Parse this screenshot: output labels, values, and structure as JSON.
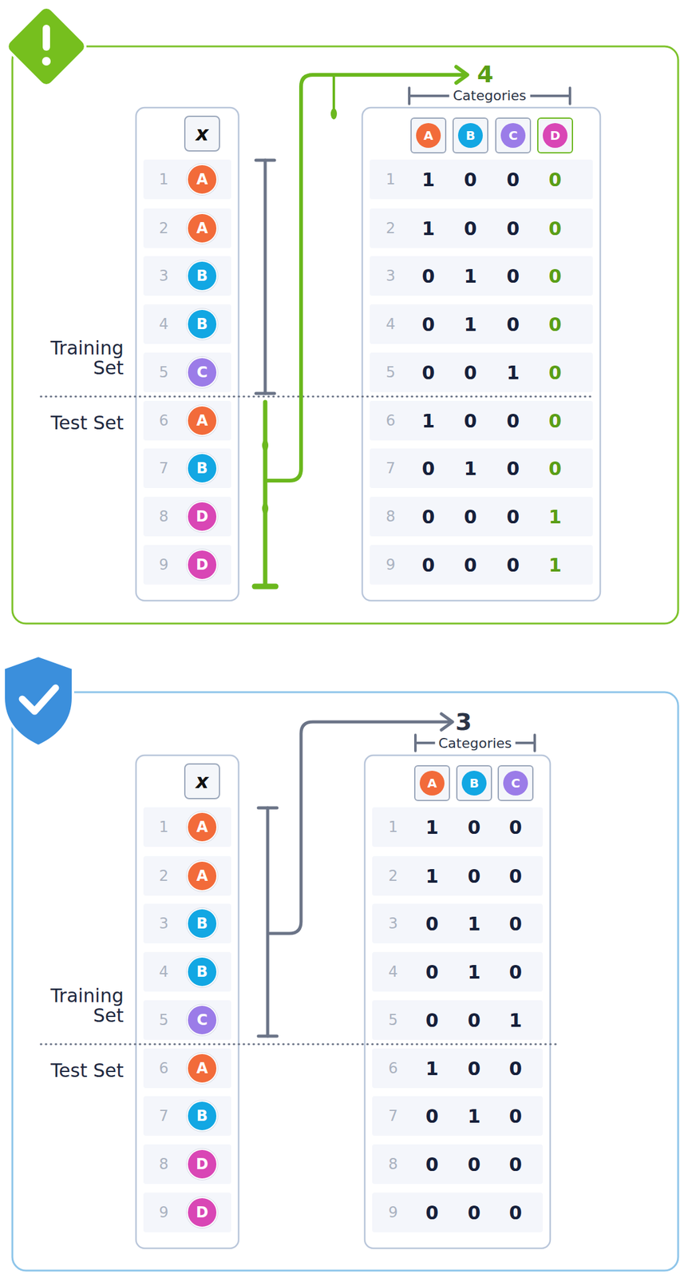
{
  "diagram": {
    "nodes": [
      {
        "text": [
          "x"
        ]
      },
      {
        "text": [
          "A"
        ]
      },
      {
        "text": [
          "A"
        ]
      },
      {
        "text": [
          "B"
        ]
      },
      {
        "text": [
          "B"
        ]
      },
      {
        "text": [
          "C"
        ]
      },
      {
        "text": [
          "A"
        ]
      },
      {
        "text": [
          "B"
        ]
      },
      {
        "text": [
          "D"
        ]
      },
      {
        "text": [
          "D"
        ]
      },
      {
        "text": [
          "A"
        ]
      },
      {
        "text": [
          "B"
        ]
      },
      {
        "text": [
          "C"
        ]
      },
      {
        "text": [
          "D"
        ]
      },
      {
        "text": [
          "x"
        ]
      },
      {
        "text": [
          "A"
        ]
      },
      {
        "text": [
          "A"
        ]
      },
      {
        "text": [
          "B"
        ]
      },
      {
        "text": [
          "B"
        ]
      },
      {
        "text": [
          "C"
        ]
      },
      {
        "text": [
          "A"
        ]
      },
      {
        "text": [
          "B"
        ]
      },
      {
        "text": [
          "D"
        ]
      },
      {
        "text": [
          "D"
        ]
      },
      {
        "text": [
          "A"
        ]
      },
      {
        "text": [
          "B"
        ]
      },
      {
        "text": [
          "C"
        ]
      }
    ],
    "labels": [
      "Training Set",
      "Test Set",
      "1",
      "2",
      "3",
      "4",
      "5",
      "6",
      "7",
      "8",
      "9",
      "4",
      "Categories",
      "1",
      "2",
      "3",
      "4",
      "5",
      "6",
      "7",
      "8",
      "9",
      "1",
      "0",
      "0",
      "0",
      "1",
      "0",
      "0",
      "0",
      "0",
      "1",
      "0",
      "0",
      "0",
      "1",
      "0",
      "0",
      "0",
      "0",
      "1",
      "0",
      "1",
      "0",
      "0",
      "0",
      "0",
      "1",
      "0",
      "0",
      "0",
      "0",
      "0",
      "1",
      "0",
      "0",
      "0",
      "1",
      "Training Set",
      "Test Set",
      "1",
      "2",
      "3",
      "4",
      "5",
      "6",
      "7",
      "8",
      "9",
      "3",
      "Categories",
      "1",
      "2",
      "3",
      "4",
      "5",
      "6",
      "7",
      "8",
      "9",
      "1",
      "0",
      "0",
      "1",
      "0",
      "0",
      "0",
      "1",
      "0",
      "0",
      "1",
      "0",
      "0",
      "0",
      "1",
      "1",
      "0",
      "0",
      "0",
      "1",
      "0",
      "0",
      "0",
      "0",
      "0",
      "0",
      "0"
    ]
  }
}
